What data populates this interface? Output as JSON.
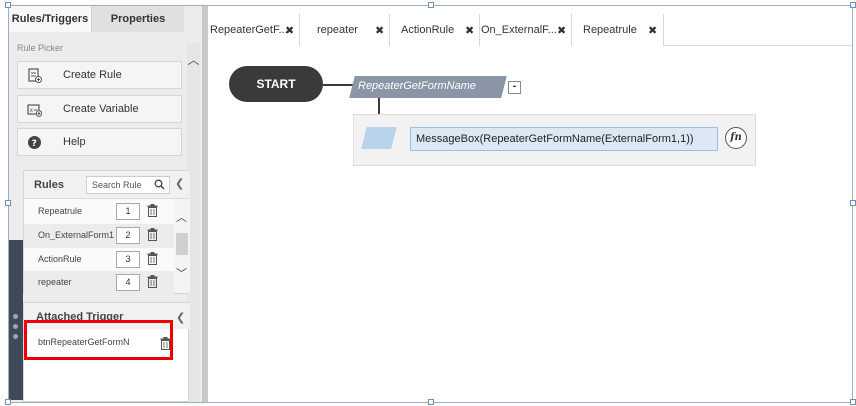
{
  "left_panel": {
    "tabs": [
      {
        "label": "Rules/Triggers",
        "active": true
      },
      {
        "label": "Properties",
        "active": false
      }
    ],
    "rule_picker": {
      "label": "Rule Picker",
      "buttons": [
        {
          "label": "Create Rule",
          "icon": "create-rule-icon"
        },
        {
          "label": "Create Variable",
          "icon": "create-variable-icon"
        },
        {
          "label": "Help",
          "icon": "help-icon"
        }
      ]
    },
    "rules": {
      "title": "Rules",
      "search_placeholder": "Search Rule",
      "items": [
        {
          "name": "Repeatrule",
          "order": "1"
        },
        {
          "name": "On_ExternalForm1",
          "order": "2"
        },
        {
          "name": "ActionRule",
          "order": "3"
        },
        {
          "name": "repeater",
          "order": "4"
        }
      ]
    },
    "attached_trigger": {
      "title": "Attached Trigger",
      "items": [
        {
          "name": "btnRepeaterGetFormN"
        }
      ]
    }
  },
  "editor": {
    "tabs": [
      {
        "label": "RepeaterGetF..."
      },
      {
        "label": "repeater"
      },
      {
        "label": "ActionRule"
      },
      {
        "label": "On_ExternalF..."
      },
      {
        "label": "Repeatrule"
      }
    ],
    "tab_close_glyph": "✖",
    "flow": {
      "start_label": "START",
      "function_name": "RepeaterGetFormName",
      "collapse_label": "-",
      "action_expression": "MessageBox(RepeaterGetFormName(ExternalForm1,1))",
      "fn_label": "fn"
    }
  },
  "colors": {
    "highlight": "#ee0000",
    "start_pill": "#3a3a3a",
    "function_block": "#8a96a8",
    "action_input_bg": "#dce9f5"
  }
}
